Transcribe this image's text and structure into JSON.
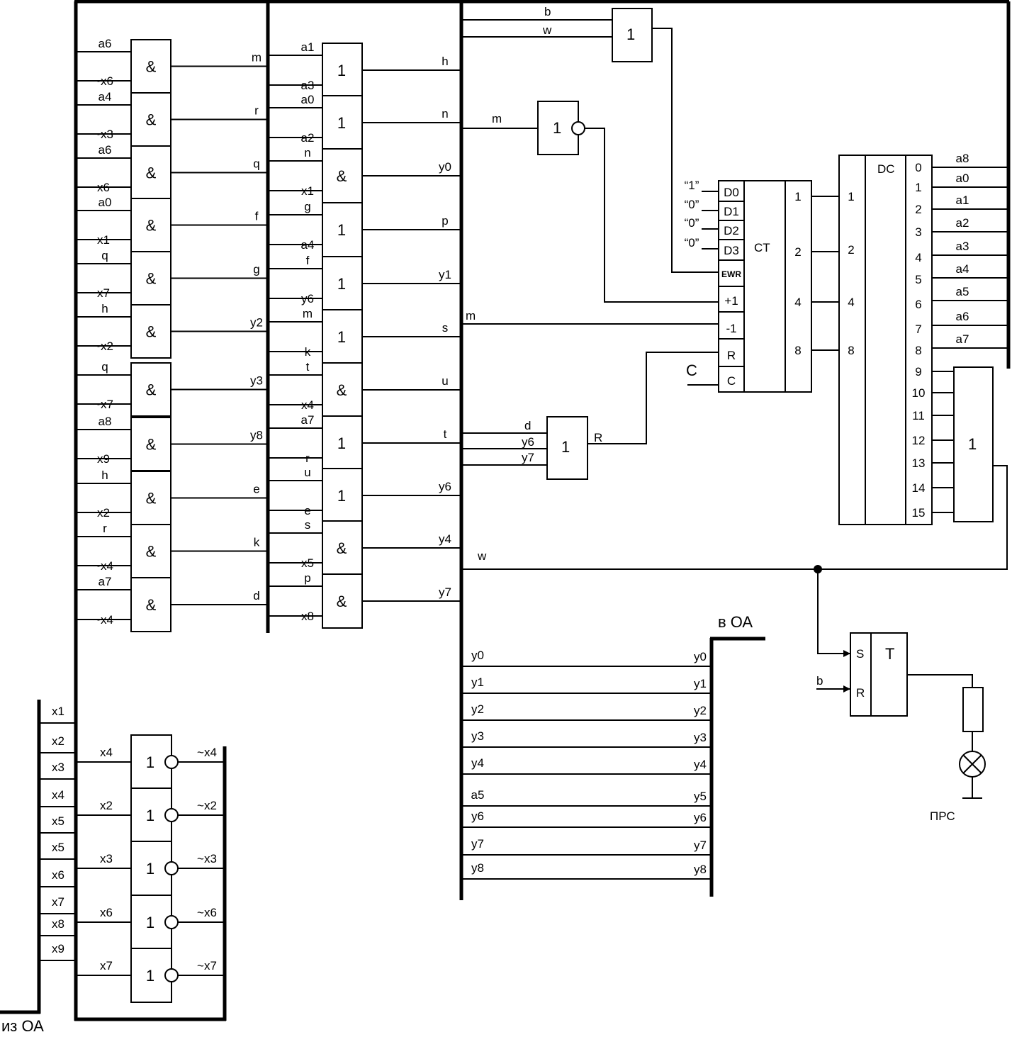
{
  "captions": {
    "from_oa": "из ОА",
    "to_oa": "в ОА",
    "prs": "ПРС",
    "clock": "C"
  },
  "gates": {
    "and_column": [
      {
        "out": "m",
        "in": [
          "a6",
          "~x6"
        ]
      },
      {
        "out": "r",
        "in": [
          "a4",
          "~x3"
        ]
      },
      {
        "out": "q",
        "in": [
          "a6",
          "x6"
        ]
      },
      {
        "out": "f",
        "in": [
          "a0",
          "x1"
        ]
      },
      {
        "out": "g",
        "in": [
          "q",
          "x7"
        ]
      },
      {
        "out": "y2",
        "in": [
          "h",
          "~x2"
        ]
      },
      {
        "out": "y3",
        "in": [
          "q",
          "~x7"
        ]
      },
      {
        "out": "y8",
        "in": [
          "a8",
          "x9"
        ]
      },
      {
        "out": "e",
        "in": [
          "h",
          "x2"
        ]
      },
      {
        "out": "k",
        "in": [
          "r",
          "~x4"
        ]
      },
      {
        "out": "d",
        "in": [
          "a7",
          "~x4"
        ]
      }
    ],
    "mixed_column": [
      {
        "sym": "1",
        "out": "h",
        "in": [
          "a1",
          "a3"
        ]
      },
      {
        "sym": "1",
        "out": "n",
        "in": [
          "a0",
          "a2"
        ]
      },
      {
        "sym": "&",
        "out": "y0",
        "in": [
          "n",
          "x1"
        ]
      },
      {
        "sym": "1",
        "out": "p",
        "in": [
          "g",
          "a4"
        ]
      },
      {
        "sym": "1",
        "out": "y1",
        "in": [
          "f",
          "y6"
        ]
      },
      {
        "sym": "1",
        "out": "s",
        "in": [
          "m",
          "k"
        ]
      },
      {
        "sym": "&",
        "out": "u",
        "in": [
          "t",
          "x4"
        ]
      },
      {
        "sym": "1",
        "out": "t",
        "in": [
          "a7",
          "r"
        ]
      },
      {
        "sym": "1",
        "out": "y6",
        "in": [
          "u",
          "e"
        ]
      },
      {
        "sym": "&",
        "out": "y4",
        "in": [
          "s",
          "x5"
        ]
      },
      {
        "sym": "&",
        "out": "y7",
        "in": [
          "p",
          "x8"
        ]
      }
    ],
    "inverters": [
      {
        "in": "x4",
        "out": "~x4"
      },
      {
        "in": "x2",
        "out": "~x2"
      },
      {
        "in": "x3",
        "out": "~x3"
      },
      {
        "in": "x6",
        "out": "~x6"
      },
      {
        "in": "x7",
        "out": "~x7"
      }
    ],
    "or_bw": {
      "sym": "1",
      "in": [
        "b",
        "w"
      ]
    },
    "not_m": {
      "sym": "1",
      "in": "m"
    },
    "or_r": {
      "sym": "1",
      "in": [
        "d",
        "y6",
        "y7"
      ],
      "out": "R"
    },
    "or_dc": {
      "sym": "1"
    }
  },
  "input_bus_labels": [
    "x1",
    "x2",
    "x3",
    "x4",
    "x5",
    "x5",
    "x6",
    "x7",
    "x8",
    "x9"
  ],
  "counter": {
    "title": "CT",
    "inputs": [
      "D0",
      "D1",
      "D2",
      "D3",
      "EWR",
      "+1",
      "-1",
      "R",
      "C"
    ],
    "constants": [
      "“1”",
      "“0”",
      "“0”",
      "“0”"
    ],
    "outputs": [
      "1",
      "2",
      "4",
      "8"
    ],
    "m_label": "m"
  },
  "decoder": {
    "title": "DC",
    "inputs": [
      "1",
      "2",
      "4",
      "8"
    ],
    "outputs": [
      "0",
      "1",
      "2",
      "3",
      "4",
      "5",
      "6",
      "7",
      "8",
      "9",
      "10",
      "11",
      "12",
      "13",
      "14",
      "15"
    ],
    "bus_labels": [
      "a8",
      "a0",
      "a1",
      "a2",
      "a3",
      "a4",
      "a5",
      "a6",
      "a7"
    ]
  },
  "trigger": {
    "title": "T",
    "s": "S",
    "r": "R",
    "b_label": "b",
    "w_label": "w"
  },
  "output_bus": {
    "left": [
      "y0",
      "y1",
      "y2",
      "y3",
      "y4",
      "a5",
      "y6",
      "y7",
      "y8"
    ],
    "right": [
      "y0",
      "y1",
      "y2",
      "y3",
      "y4",
      "y5",
      "y6",
      "y7",
      "y8"
    ]
  }
}
